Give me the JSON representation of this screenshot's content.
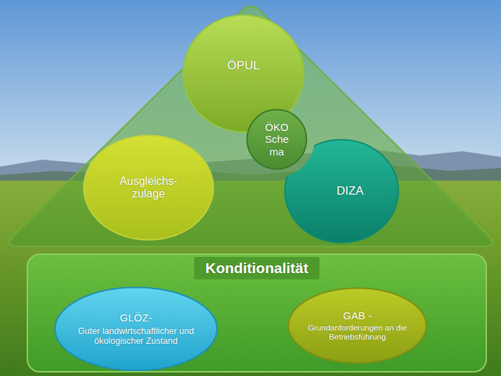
{
  "diagram": {
    "nodes": [
      {
        "text": [
          "ÖPUL"
        ]
      },
      {
        "text": [
          "ÖKO Sche ma"
        ]
      },
      {
        "text": [
          "Ausgleichs- zulage"
        ]
      },
      {
        "text": [
          "DIZA"
        ]
      },
      {
        "text": [
          "Konditionalität"
        ]
      },
      {
        "text": [
          "GLÖZ-",
          "Guter landwirtschaftlicher und ökologischer Zustand"
        ],
        "in": 4
      },
      {
        "text": [
          "GAB -",
          "Grundanforderungen an die Betriebsführung"
        ],
        "in": 4
      }
    ]
  }
}
